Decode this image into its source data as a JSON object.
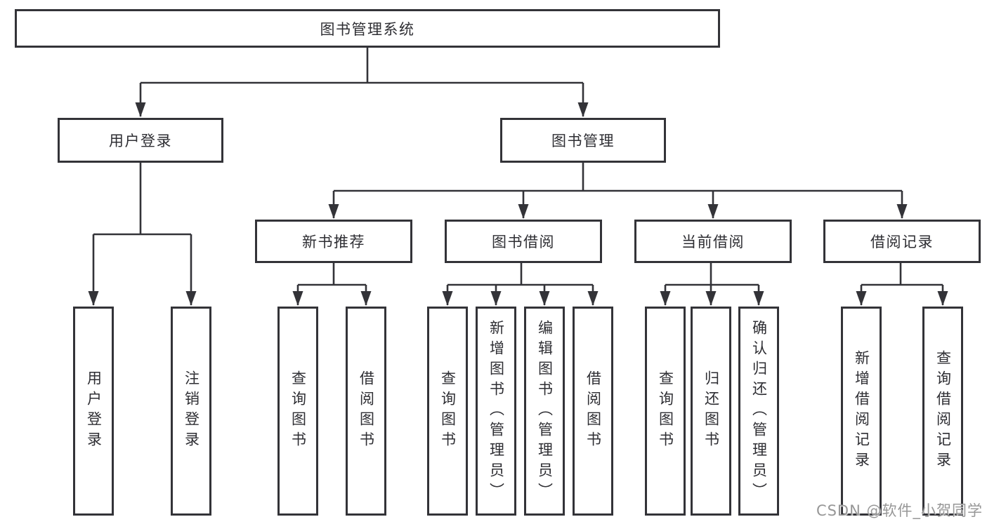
{
  "diagram": {
    "title_node": {
      "label": "图书管理系统"
    },
    "level2": [
      {
        "id": "user-login",
        "label": "用户登录",
        "parent": "图书管理系统"
      },
      {
        "id": "book-management",
        "label": "图书管理",
        "parent": "图书管理系统"
      }
    ],
    "level3": [
      {
        "id": "new-book-recommend",
        "label": "新书推荐",
        "parent": "图书管理"
      },
      {
        "id": "book-borrow",
        "label": "图书借阅",
        "parent": "图书管理"
      },
      {
        "id": "current-borrow",
        "label": "当前借阅",
        "parent": "图书管理"
      },
      {
        "id": "borrow-record",
        "label": "借阅记录",
        "parent": "图书管理"
      }
    ],
    "leaves": [
      {
        "id": "user-login",
        "label": "用户登录",
        "parent": "用户登录"
      },
      {
        "id": "logout",
        "label": "注销登录",
        "parent": "用户登录"
      },
      {
        "id": "query-books-1",
        "label": "查询图书",
        "parent": "新书推荐"
      },
      {
        "id": "borrow-books-1",
        "label": "借阅图书",
        "parent": "新书推荐"
      },
      {
        "id": "query-books-2",
        "label": "查询图书",
        "parent": "图书借阅"
      },
      {
        "id": "add-books-admin",
        "label": "新增图书（管理员）",
        "parent": "图书借阅"
      },
      {
        "id": "edit-books-admin",
        "label": "编辑图书（管理员）",
        "parent": "图书借阅"
      },
      {
        "id": "borrow-books-2",
        "label": "借阅图书",
        "parent": "图书借阅"
      },
      {
        "id": "query-books-3",
        "label": "查询图书",
        "parent": "当前借阅"
      },
      {
        "id": "return-books",
        "label": "归还图书",
        "parent": "当前借阅"
      },
      {
        "id": "confirm-return-admin",
        "label": "确认归还（管理员）",
        "parent": "当前借阅"
      },
      {
        "id": "add-borrow-record",
        "label": "新增借阅记录",
        "parent": "借阅记录"
      },
      {
        "id": "query-borrow-record",
        "label": "查询借阅记录",
        "parent": "借阅记录"
      }
    ],
    "watermark": "CSDN @软件_小贺同学",
    "colors": {
      "line": "#333338",
      "box_border": "#333338",
      "text": "#2e2e33",
      "background": "#ffffff",
      "watermark": "#979797"
    }
  }
}
